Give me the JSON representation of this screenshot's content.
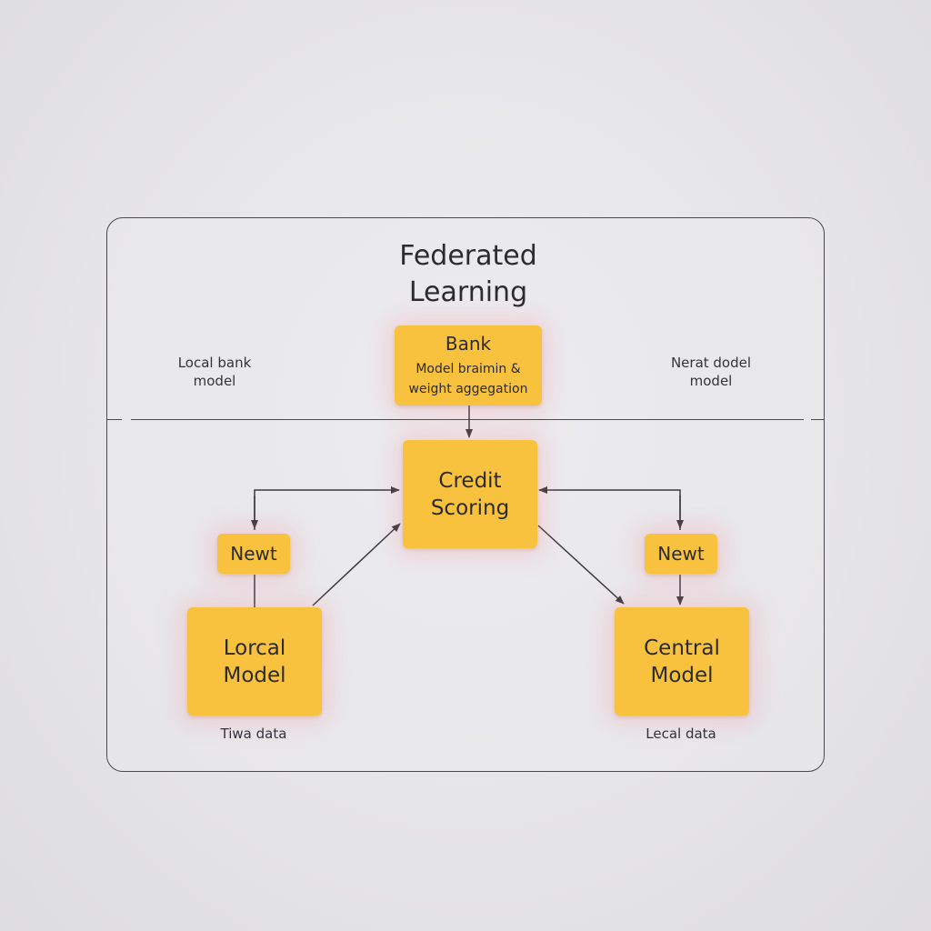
{
  "diagram": {
    "title_line1": "Federated",
    "title_line2": "Learning",
    "left_top_label_line1": "Local bank",
    "left_top_label_line2": "model",
    "right_top_label_line1": "Nerat dodel",
    "right_top_label_line2": "model",
    "bank_node": {
      "name": "Bank",
      "desc_line1": "Model braimin &",
      "desc_line2": "weight aggegation"
    },
    "credit_node": {
      "line1": "Credit",
      "line2": "Scoring"
    },
    "left_small_node": "Newt",
    "right_small_node": "Newt",
    "local_model_node": {
      "line1": "Lorcal",
      "line2": "Model"
    },
    "central_model_node": {
      "line1": "Central",
      "line2": "Model"
    },
    "left_caption": "Tiwa data",
    "right_caption": "Lecal data",
    "colors": {
      "node_fill": "#f8c23e",
      "line": "#3a3a40",
      "glow": "#ff7882"
    }
  }
}
